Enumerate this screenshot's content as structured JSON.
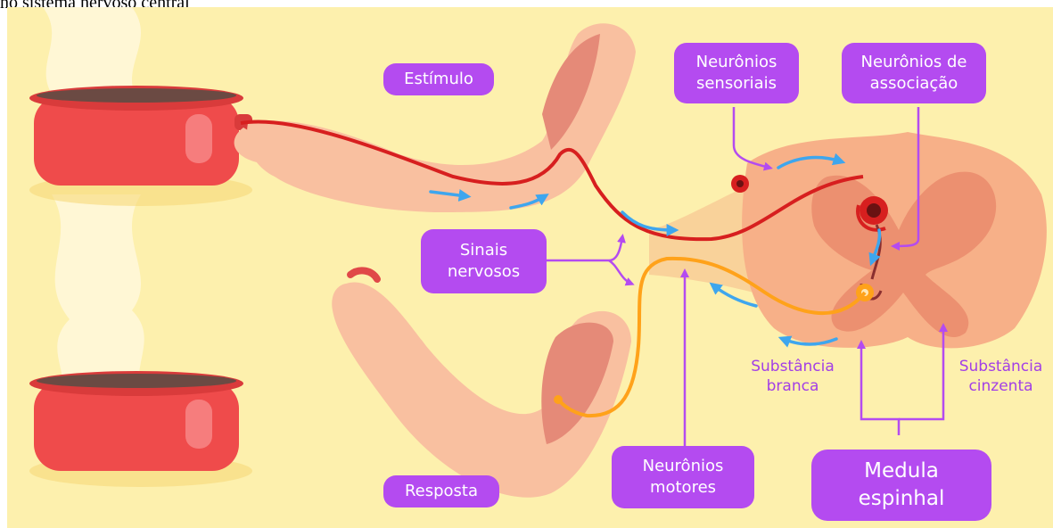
{
  "caption": "no sistema nervoso central",
  "labels": {
    "stimulus": "Estímulo",
    "response": "Resposta",
    "sensory_neurons": [
      "Neurônios",
      "sensoriais"
    ],
    "association_neurons": [
      "Neurônios de",
      "associação"
    ],
    "nerve_signals": [
      "Sinais",
      "nervosos"
    ],
    "motor_neurons": [
      "Neurônios",
      "motores"
    ],
    "spinal_cord": [
      "Medula",
      "espinhal"
    ],
    "white_matter": [
      "Substância",
      "branca"
    ],
    "gray_matter": [
      "Substância",
      "cinzenta"
    ]
  },
  "colors": {
    "background": "#fdf0ad",
    "tag": "#b44bf0",
    "label_text": "#a23fe6",
    "sensory_path": "#d71f1f",
    "motor_path": "#ffa21a",
    "arrow": "#3ea6ee",
    "pot": "#ef4b4b",
    "skin": "#f9c0a0"
  }
}
